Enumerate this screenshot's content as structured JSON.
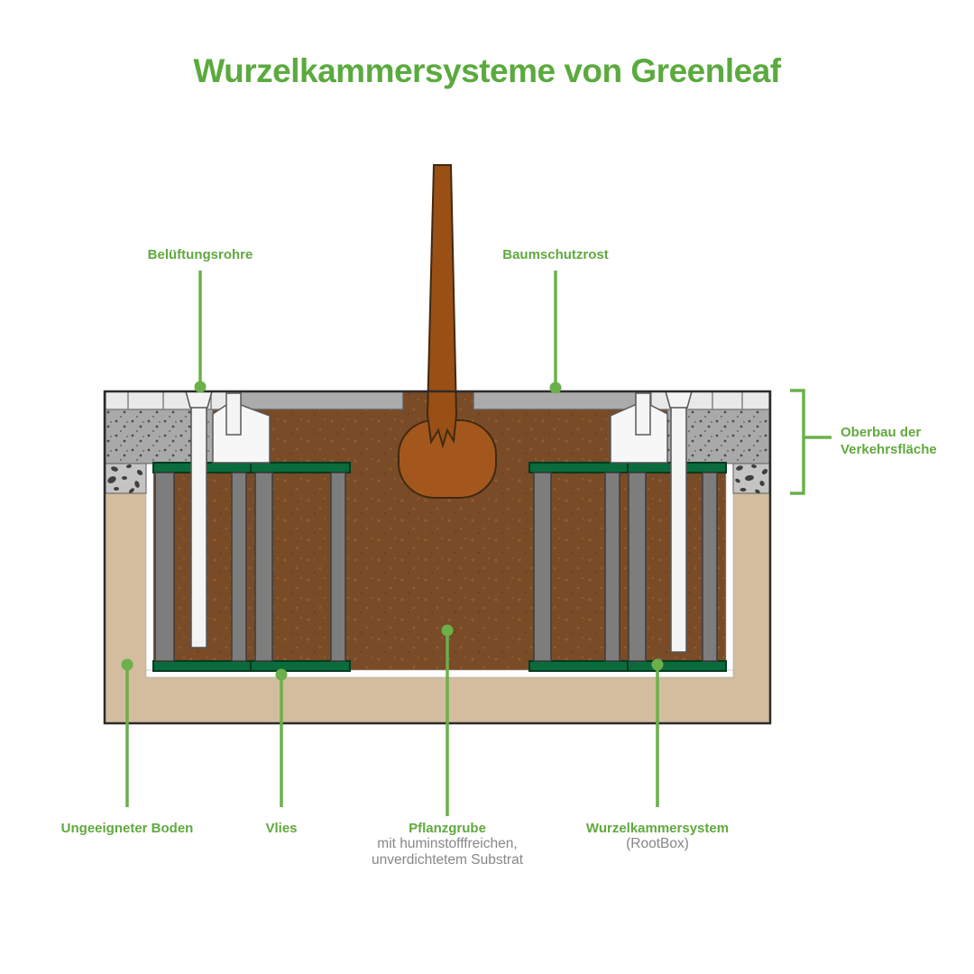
{
  "title": "Wurzelkammersysteme von Greenleaf",
  "callouts": {
    "belueftungsrohre": {
      "label": "Belüftungsrohre"
    },
    "baumschutzrost": {
      "label": "Baumschutzrost"
    },
    "oberbau": {
      "line1": "Oberbau der",
      "line2": "Verkehrsfläche"
    },
    "ungeeigneter_boden": {
      "label": "Ungeeigneter Boden"
    },
    "vlies": {
      "label": "Vlies"
    },
    "pflanzgrube": {
      "label": "Pflanzgrube",
      "sub1": "mit huminstofffreichen,",
      "sub2": "unverdichtetem Substrat"
    },
    "wurzelkammersystem": {
      "label": "Wurzelkammersystem",
      "sub": "(RootBox)"
    }
  },
  "colors": {
    "title_green": "#5baa3e",
    "label_green": "#61a93f",
    "leader_green": "#6bb04b",
    "muted_gray": "#878787",
    "unsuitable_soil_tan": "#d3bd9e",
    "pit_soil_brown": "#794b27",
    "soil_speckle": "#8f5d32",
    "trunk_brown": "#9a4f15",
    "rootball_brown": "#a4571c",
    "deck_green": "#0a6b3c",
    "column_gray": "#7d7d7d",
    "pipe_white": "#f4f4f4",
    "vlies_white": "#ffffff",
    "paver_light": "#e9e9e9",
    "grate_gray": "#ababab",
    "concrete_gray": "#a9a9a9",
    "gravel_gray": "#c4c4c4",
    "outline_dark": "#2b2b2b"
  }
}
